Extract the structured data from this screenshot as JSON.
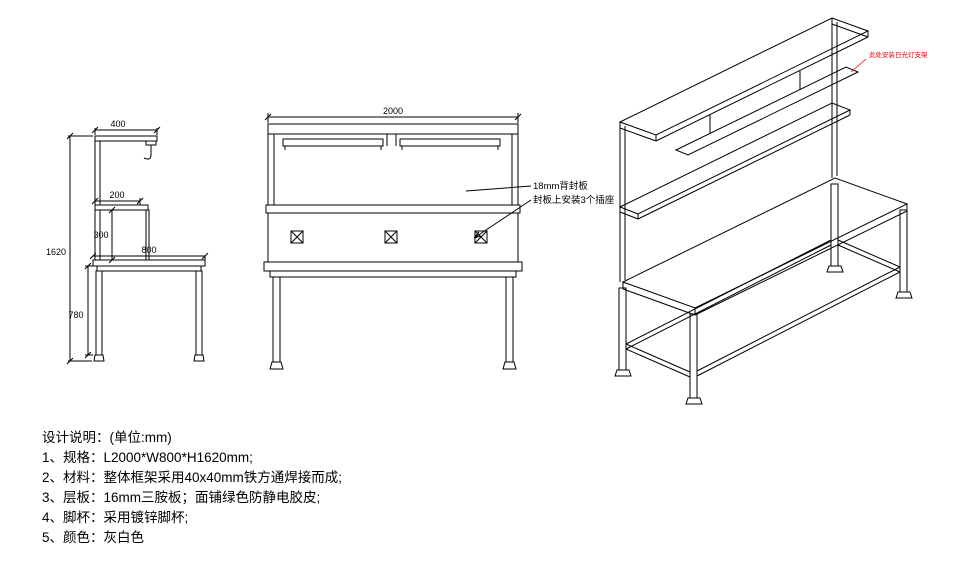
{
  "page": {
    "background": "#ffffff",
    "line_color": "#000000"
  },
  "side_view": {
    "dims": {
      "arm_depth": "400",
      "shelf_depth": "200",
      "shelf_to_table": "300",
      "total_height": "1620",
      "table_depth": "800",
      "table_height": "780"
    }
  },
  "front_view": {
    "dims": {
      "length": "2000"
    },
    "annotations": {
      "back_panel": "18mm背封板",
      "sockets": "封板上安装3个插座"
    }
  },
  "iso_view": {
    "annotations": {
      "lamp": "此处安装日光灯支架"
    },
    "annotation_color": "#e60000"
  },
  "notes": {
    "title": "设计说明：(单位:mm)",
    "items": [
      "1、规格：L2000*W800*H1620mm;",
      "2、材料：整体框架采用40x40mm铁方通焊接而成;",
      "3、层板：16mm三胺板；面铺绿色防静电胶皮;",
      "4、脚杯：采用镀锌脚杯;",
      "5、颜色：灰白色"
    ]
  }
}
